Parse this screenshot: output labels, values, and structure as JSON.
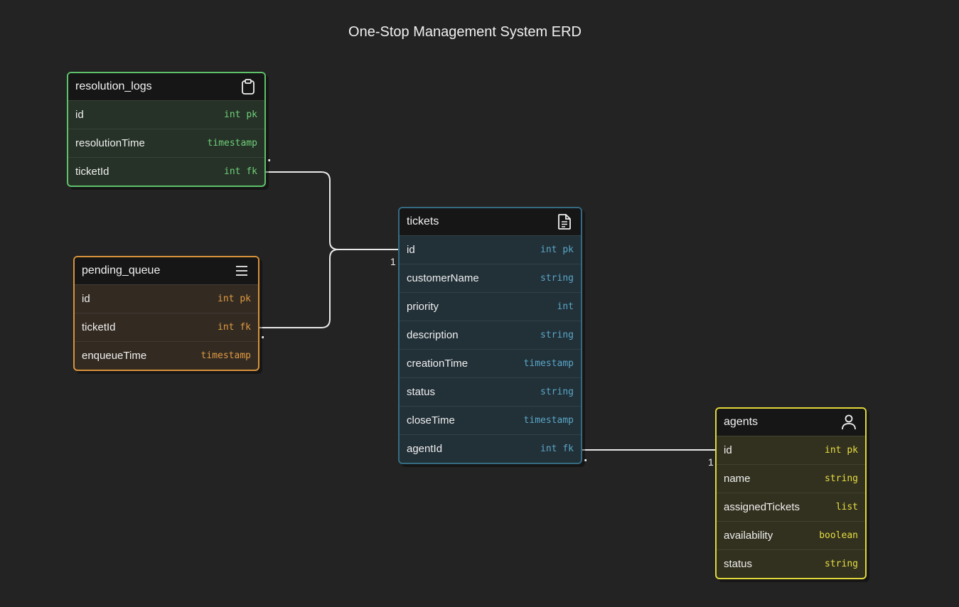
{
  "title": "One-Stop Management System ERD",
  "colors": {
    "background": "#232323",
    "resolution_logs": "#5ec26a",
    "pending_queue": "#d8923a",
    "tickets": "#356b82",
    "agents": "#e0d83a"
  },
  "tables": {
    "resolution_logs": {
      "name": "resolution_logs",
      "icon": "clipboard-icon",
      "rows": [
        {
          "col": "id",
          "type": "int pk"
        },
        {
          "col": "resolutionTime",
          "type": "timestamp"
        },
        {
          "col": "ticketId",
          "type": "int fk"
        }
      ]
    },
    "pending_queue": {
      "name": "pending_queue",
      "icon": "list-icon",
      "rows": [
        {
          "col": "id",
          "type": "int pk"
        },
        {
          "col": "ticketId",
          "type": "int fk"
        },
        {
          "col": "enqueueTime",
          "type": "timestamp"
        }
      ]
    },
    "tickets": {
      "name": "tickets",
      "icon": "document-icon",
      "rows": [
        {
          "col": "id",
          "type": "int pk"
        },
        {
          "col": "customerName",
          "type": "string"
        },
        {
          "col": "priority",
          "type": "int"
        },
        {
          "col": "description",
          "type": "string"
        },
        {
          "col": "creationTime",
          "type": "timestamp"
        },
        {
          "col": "status",
          "type": "string"
        },
        {
          "col": "closeTime",
          "type": "timestamp"
        },
        {
          "col": "agentId",
          "type": "int fk"
        }
      ]
    },
    "agents": {
      "name": "agents",
      "icon": "user-icon",
      "rows": [
        {
          "col": "id",
          "type": "int pk"
        },
        {
          "col": "name",
          "type": "string"
        },
        {
          "col": "assignedTickets",
          "type": "list"
        },
        {
          "col": "availability",
          "type": "boolean"
        },
        {
          "col": "status",
          "type": "string"
        }
      ]
    }
  },
  "relations": [
    {
      "from": "resolution_logs.ticketId",
      "to": "tickets.id",
      "to_card": "1"
    },
    {
      "from": "pending_queue.ticketId",
      "to": "tickets.id",
      "to_card": "1"
    },
    {
      "from": "tickets.agentId",
      "to": "agents.id",
      "to_card": "1"
    }
  ]
}
